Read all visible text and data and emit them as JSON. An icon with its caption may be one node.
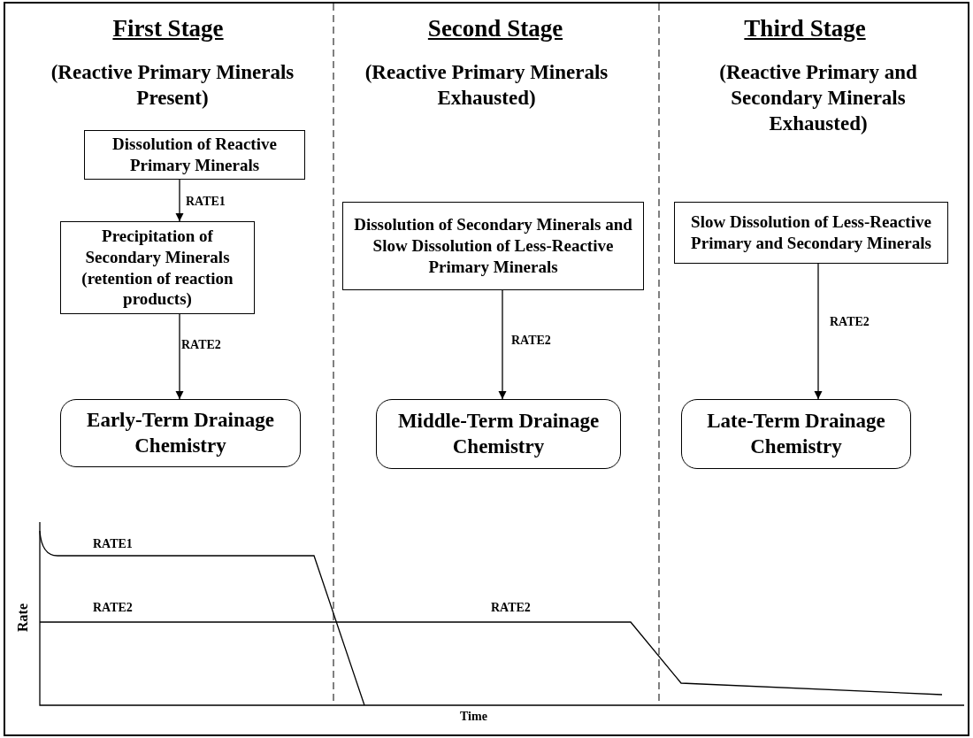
{
  "diagram": {
    "nodes": [
      {
        "text": [
          "Dissolution of Reactive Primary Minerals"
        ]
      },
      {
        "text": [
          "Precipitation of Secondary Minerals (retention of reaction products)"
        ]
      },
      {
        "text": [
          "Early-Term Drainage Chemistry"
        ]
      },
      {
        "text": [
          "Dissolution of Secondary Minerals and Slow Dissolution of Less-Reactive Primary Minerals"
        ]
      },
      {
        "text": [
          "Middle-Term Drainage Chemistry"
        ]
      },
      {
        "text": [
          "Slow Dissolution of Less-Reactive Primary and Secondary Minerals"
        ]
      },
      {
        "text": [
          "Late-Term Drainage Chemistry"
        ]
      }
    ],
    "edges": [
      {
        "from": 0,
        "to": 1,
        "arrow": "to",
        "label": "RATE1"
      },
      {
        "from": 1,
        "to": 2,
        "arrow": "to",
        "label": "RATE2"
      },
      {
        "from": 3,
        "to": 4,
        "arrow": "to",
        "label": "RATE2"
      },
      {
        "from": 5,
        "to": 6,
        "arrow": "to",
        "label": "RATE2"
      }
    ],
    "labels": [
      "First Stage",
      "(Reactive Primary Minerals Present)",
      "Second Stage",
      "(Reactive Primary Minerals Exhausted)",
      "Third Stage",
      "(Reactive Primary and Secondary Minerals Exhausted)",
      "RATE1",
      "RATE2",
      "RATE2",
      "Rate",
      "Time"
    ]
  }
}
